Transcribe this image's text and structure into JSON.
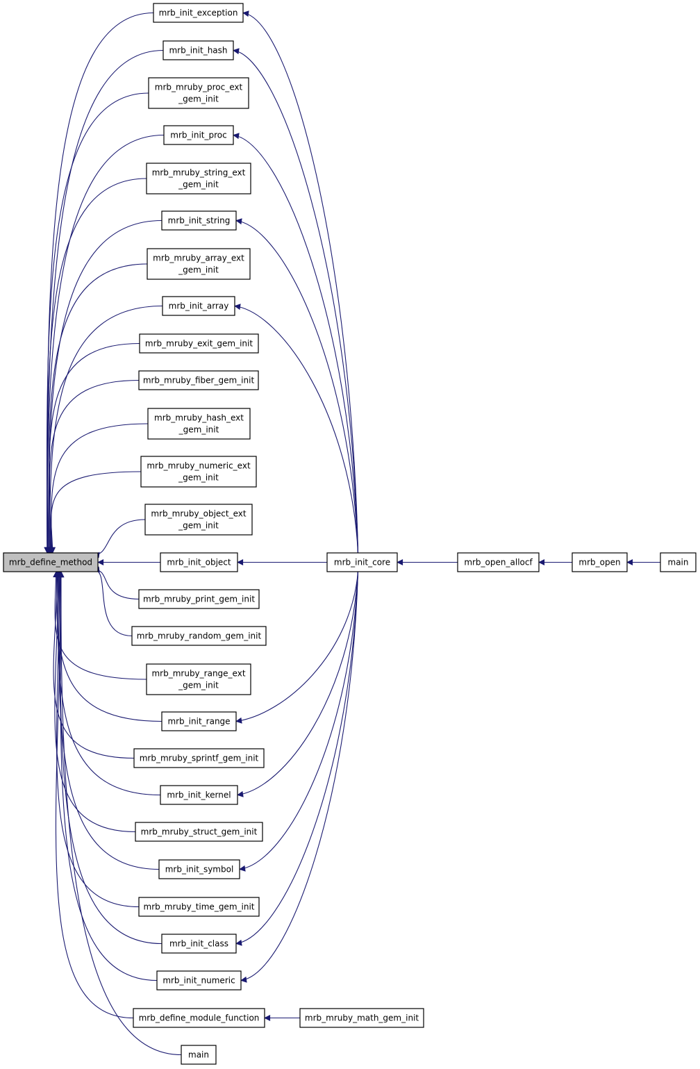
{
  "nodes": {
    "root": [
      "mrb_define_method"
    ],
    "n1": [
      "mrb_init_exception"
    ],
    "n2": [
      "mrb_init_hash"
    ],
    "n3": [
      "mrb_mruby_proc_ext",
      "_gem_init"
    ],
    "n4": [
      "mrb_init_proc"
    ],
    "n5": [
      "mrb_mruby_string_ext",
      "_gem_init"
    ],
    "n6": [
      "mrb_init_string"
    ],
    "n7": [
      "mrb_mruby_array_ext",
      "_gem_init"
    ],
    "n8": [
      "mrb_init_array"
    ],
    "n9": [
      "mrb_mruby_exit_gem_init"
    ],
    "n10": [
      "mrb_mruby_fiber_gem_init"
    ],
    "n11": [
      "mrb_mruby_hash_ext",
      "_gem_init"
    ],
    "n12": [
      "mrb_mruby_numeric_ext",
      "_gem_init"
    ],
    "n13": [
      "mrb_mruby_object_ext",
      "_gem_init"
    ],
    "n14": [
      "mrb_init_object"
    ],
    "n15": [
      "mrb_mruby_print_gem_init"
    ],
    "n16": [
      "mrb_mruby_random_gem_init"
    ],
    "n17": [
      "mrb_mruby_range_ext",
      "_gem_init"
    ],
    "n18": [
      "mrb_init_range"
    ],
    "n19": [
      "mrb_mruby_sprintf_gem_init"
    ],
    "n20": [
      "mrb_init_kernel"
    ],
    "n21": [
      "mrb_mruby_struct_gem_init"
    ],
    "n22": [
      "mrb_init_symbol"
    ],
    "n23": [
      "mrb_mruby_time_gem_init"
    ],
    "n24": [
      "mrb_init_class"
    ],
    "n25": [
      "mrb_init_numeric"
    ],
    "n26": [
      "mrb_define_module_function"
    ],
    "n27": [
      "main"
    ],
    "core": [
      "mrb_init_core"
    ],
    "allocf": [
      "mrb_open_allocf"
    ],
    "open": [
      "mrb_open"
    ],
    "main2": [
      "main"
    ],
    "math": [
      "mrb_mruby_math_gem_init"
    ]
  },
  "colors": {
    "edge": "#191970",
    "root_fill": "#bfbfbf",
    "node_fill": "#ffffff",
    "node_border": "#000000"
  }
}
